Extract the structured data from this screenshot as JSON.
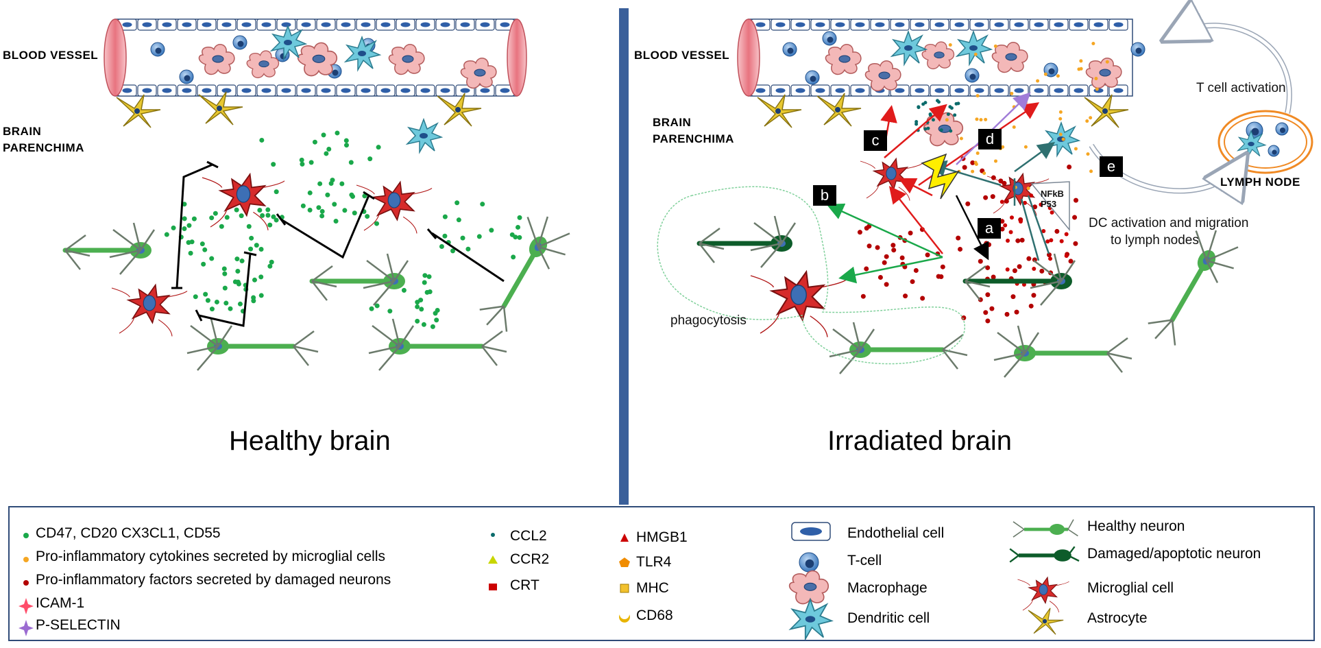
{
  "labels": {
    "blood_vessel_left": "BLOOD VESSEL",
    "brain_parenchyma_left_1": "BRAIN",
    "brain_parenchyma_left_2": "PARENCHIMA",
    "blood_vessel_right": "BLOOD VESSEL",
    "brain_parenchyma_right_1": "BRAIN",
    "brain_parenchyma_right_2": "PARENCHIMA",
    "healthy_title": "Healthy brain",
    "irradiated_title": "Irradiated brain",
    "lymph_node": "LYMPH NODE",
    "t_cell_activation": "T cell activation",
    "dc_activation_1": "DC activation and migration",
    "dc_activation_2": "to lymph nodes",
    "phagocytosis": "phagocytosis",
    "nfkb": "NFkB",
    "p53": "P53"
  },
  "badges": {
    "a": "a",
    "b": "b",
    "c": "c",
    "d": "d",
    "e": "e"
  },
  "legend": {
    "col1": [
      {
        "text": "CD47, CD20 CX3CL1, CD55",
        "icon": "green-dot-icon",
        "color": "#1aa84a"
      },
      {
        "text": "Pro-inflammatory cytokines secreted by microglial cells",
        "icon": "orange-dot-icon",
        "color": "#f5a623"
      },
      {
        "text": "Pro-inflammatory factors secreted by damaged neurons",
        "icon": "red-dot-icon",
        "color": "#b30000"
      },
      {
        "text": "ICAM-1",
        "icon": "red-star-icon",
        "color": "#ff4d6a"
      },
      {
        "text": "P-SELECTIN",
        "icon": "purple-star-icon",
        "color": "#9b6bd1"
      }
    ],
    "col2": [
      {
        "text": "CCL2",
        "icon": "teal-dot-icon",
        "color": "#0b6b6b"
      },
      {
        "text": "CCR2",
        "icon": "yellow-triangle-icon",
        "color": "#c8d600"
      },
      {
        "text": "CRT",
        "icon": "red-square-icon",
        "color": "#cc0000"
      }
    ],
    "col3": [
      {
        "text": "HMGB1",
        "icon": "red-triangle-icon",
        "color": "#cc0000"
      },
      {
        "text": "TLR4",
        "icon": "orange-pentagon-icon",
        "color": "#f08c00"
      },
      {
        "text": "MHC",
        "icon": "yellow-square-icon",
        "color": "#f2c12e"
      },
      {
        "text": "CD68",
        "icon": "yellow-crescent-icon",
        "color": "#e8b400"
      }
    ],
    "col4": [
      {
        "text": "Endothelial cell",
        "icon": "endothelial-cell-icon"
      },
      {
        "text": "T-cell",
        "icon": "t-cell-icon"
      },
      {
        "text": "Macrophage",
        "icon": "macrophage-icon"
      },
      {
        "text": "Dendritic cell",
        "icon": "dendritic-cell-icon"
      }
    ],
    "col5": [
      {
        "text": "Healthy neuron",
        "icon": "healthy-neuron-icon"
      },
      {
        "text": "Damaged/apoptotic neuron",
        "icon": "damaged-neuron-icon"
      },
      {
        "text": "Microglial cell",
        "icon": "microglial-cell-icon"
      },
      {
        "text": "Astrocyte",
        "icon": "astrocyte-icon"
      }
    ]
  },
  "colors": {
    "divider": "#3a5f9a",
    "vessel_lumen": "#f0a0a8",
    "endothelial": "#2f5fa8",
    "t_cell": "#4d86c9",
    "macrophage": "#f3b8b8",
    "dendritic": "#6ec9dc",
    "healthy_neuron": "#4caf50",
    "damaged_neuron": "#0d5c2a",
    "microglia": "#d62b2b",
    "astrocyte": "#e8c830",
    "arrow_red": "#e01b1b",
    "arrow_green": "#1aa84a",
    "arrow_teal": "#2f7070",
    "arrow_purple": "#a07cd8",
    "lymph_node": "#f08a24"
  }
}
